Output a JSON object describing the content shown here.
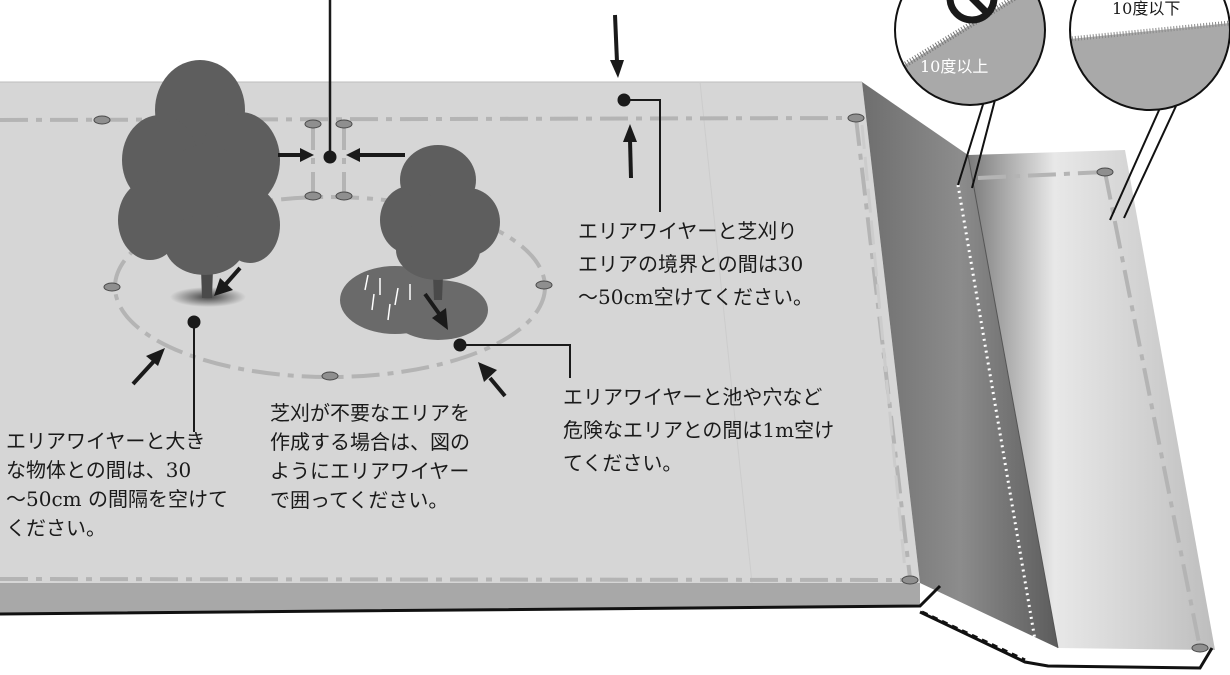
{
  "callouts": {
    "wire_boundary": [
      "エリアワイヤーと芝刈り",
      "エリアの境界との間は30",
      "〜50cm空けてください。"
    ],
    "large_object": [
      "エリアワイヤーと大き",
      "な物体との間は、30",
      "〜50cm の間隔を空けて",
      "ください。"
    ],
    "no_mow_area": [
      "芝刈が不要なエリアを",
      "作成する場合は、図の",
      "ようにエリアワイヤー",
      "で囲ってください。"
    ],
    "hazard_area": [
      "エリアワイヤーと池や穴など",
      "危険なエリアとの間は1m空け",
      "てください。"
    ]
  },
  "slope_labels": {
    "prohibited": "10度以上",
    "allowed": "10度以下"
  },
  "colors": {
    "lawn": "#d6d6d6",
    "lawn_edge": "#9a9a9a",
    "wire": "#b4b4b4",
    "arrow": "#1a1a1a",
    "tree": "#5a5a5a"
  },
  "icons": {
    "prohibited": "prohibited-icon"
  }
}
